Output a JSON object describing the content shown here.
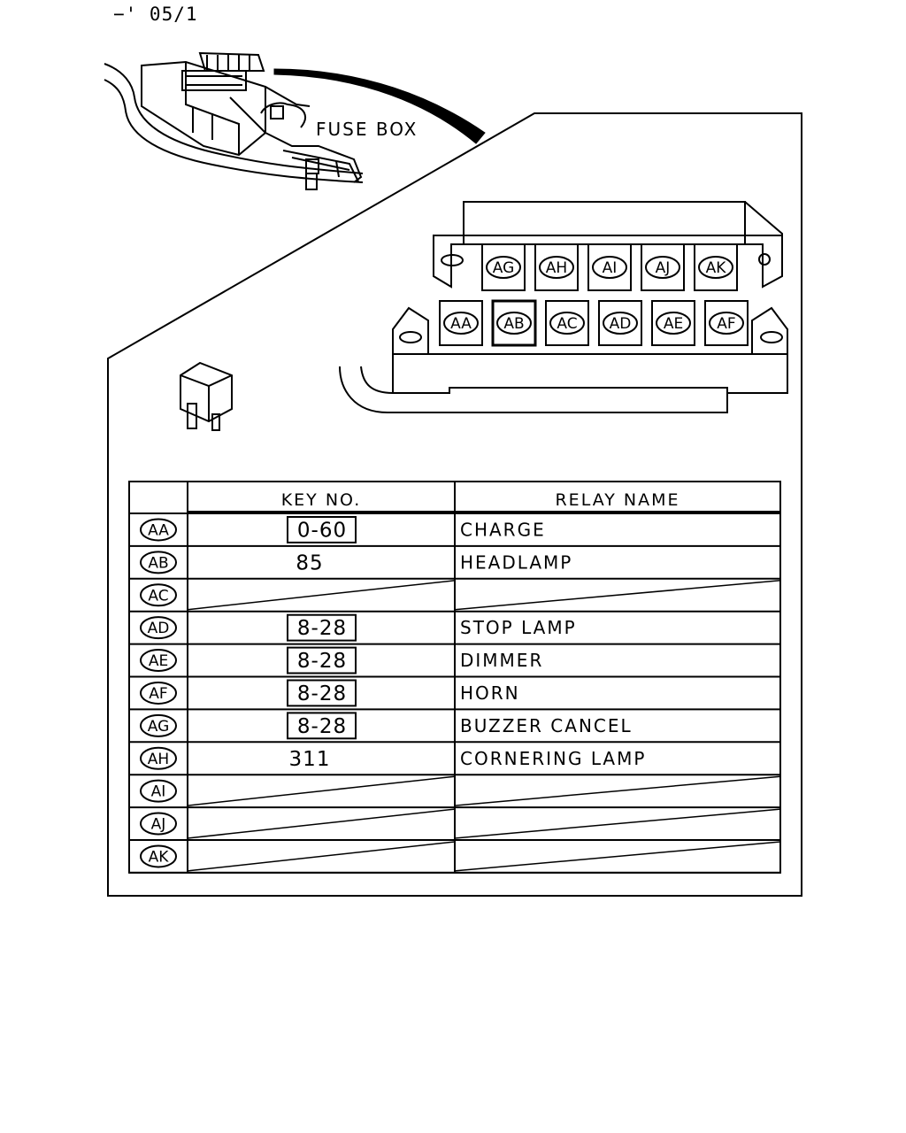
{
  "page_code": "−' 05/1",
  "callout": {
    "fuse_box_label": "FUSE BOX"
  },
  "relay_block": {
    "upper_row": [
      "AG",
      "AH",
      "AI",
      "AJ",
      "AK"
    ],
    "lower_row": [
      "AA",
      "AB",
      "AC",
      "AD",
      "AE",
      "AF"
    ]
  },
  "table": {
    "headers": {
      "key_no": "KEY NO.",
      "relay_name": "RELAY NAME"
    },
    "rows": [
      {
        "code": "AA",
        "key": "0-60",
        "boxed": true,
        "name": "CHARGE",
        "empty": false
      },
      {
        "code": "AB",
        "key": "85",
        "boxed": false,
        "name": "HEADLAMP",
        "empty": false
      },
      {
        "code": "AC",
        "key": "",
        "boxed": false,
        "name": "",
        "empty": true
      },
      {
        "code": "AD",
        "key": "8-28",
        "boxed": true,
        "name": "STOP LAMP",
        "empty": false
      },
      {
        "code": "AE",
        "key": "8-28",
        "boxed": true,
        "name": "DIMMER",
        "empty": false
      },
      {
        "code": "AF",
        "key": "8-28",
        "boxed": true,
        "name": "HORN",
        "empty": false
      },
      {
        "code": "AG",
        "key": "8-28",
        "boxed": true,
        "name": "BUZZER CANCEL",
        "empty": false
      },
      {
        "code": "AH",
        "key": "311",
        "boxed": false,
        "name": "CORNERING LAMP",
        "empty": false
      },
      {
        "code": "AI",
        "key": "",
        "boxed": false,
        "name": "",
        "empty": true
      },
      {
        "code": "AJ",
        "key": "",
        "boxed": false,
        "name": "",
        "empty": true
      },
      {
        "code": "AK",
        "key": "",
        "boxed": false,
        "name": "",
        "empty": true
      }
    ]
  }
}
